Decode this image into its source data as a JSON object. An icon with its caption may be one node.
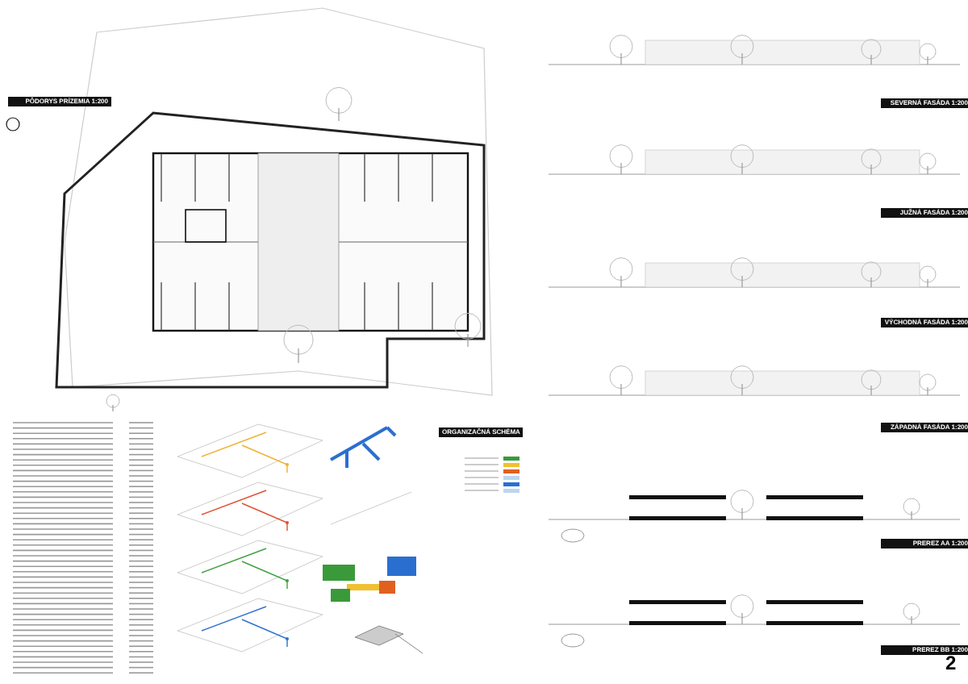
{
  "diagram": {
    "labels": [
      "PÔDORYS PRÍZEMIA 1:200",
      "SEVERNÁ FASÁDA 1:200",
      "JUŽNÁ FASÁDA 1:200",
      "VÝCHODNÁ FASÁDA 1:200",
      "ZÁPADNÁ FASÁDA 1:200",
      "ORGANIZAČNÁ SCHÉMA",
      "PREREZ AA 1:200",
      "PREREZ BB 1:200",
      "2"
    ]
  }
}
